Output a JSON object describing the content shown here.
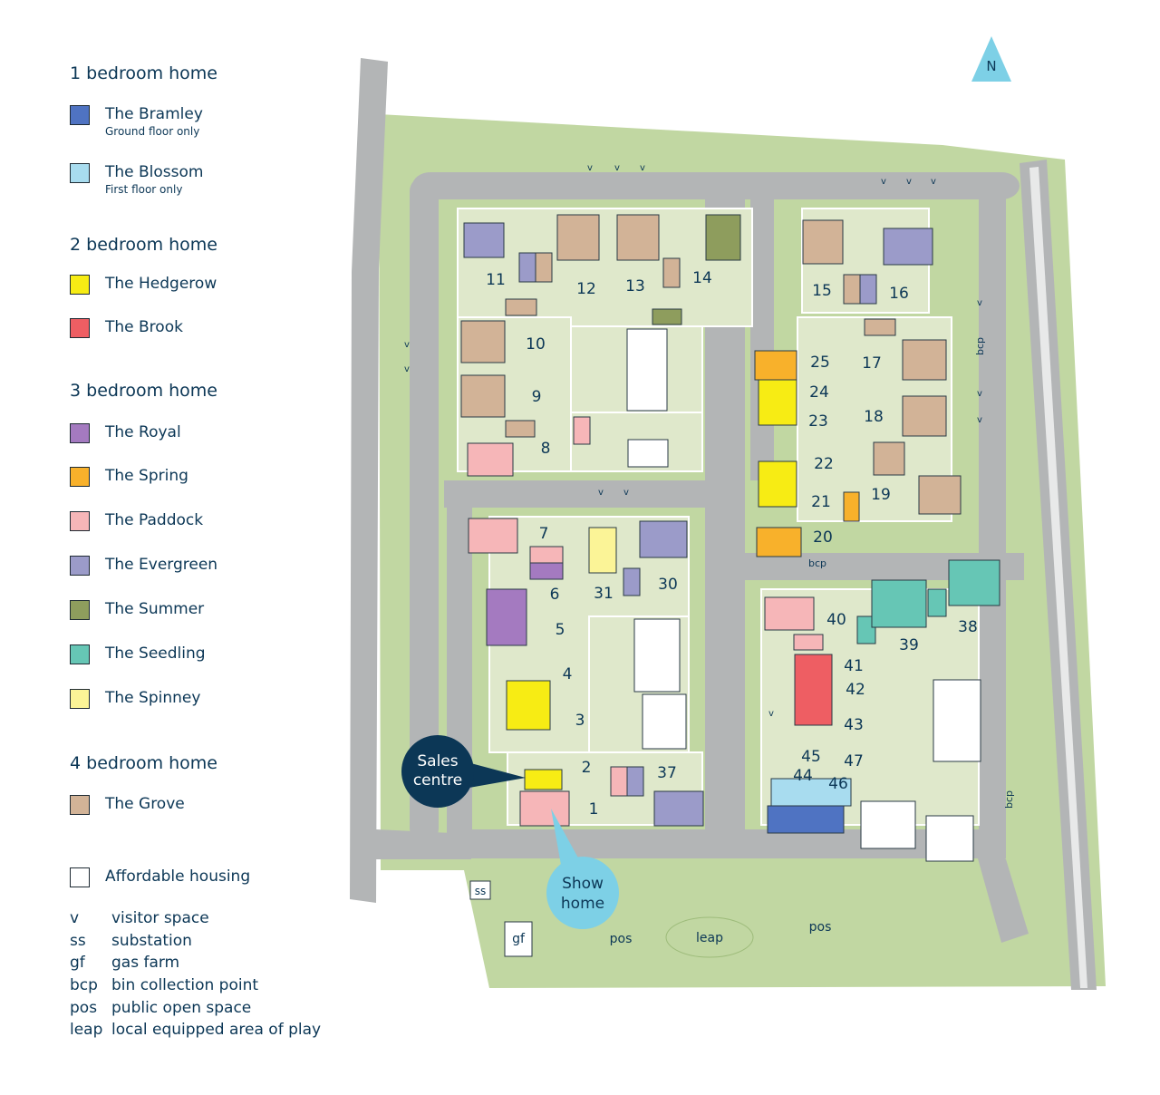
{
  "legend": {
    "sections": [
      {
        "title": "1 bedroom home",
        "items": [
          {
            "label": "The Bramley",
            "sub": "Ground floor only",
            "color": "#4f73c2"
          },
          {
            "label": "The Blossom",
            "sub": "First floor only",
            "color": "#a8dcef"
          }
        ]
      },
      {
        "title": "2 bedroom home",
        "items": [
          {
            "label": "The Hedgerow",
            "color": "#f7ec14"
          },
          {
            "label": "The Brook",
            "color": "#ee5e63"
          }
        ]
      },
      {
        "title": "3 bedroom home",
        "items": [
          {
            "label": "The Royal",
            "color": "#a47ac0"
          },
          {
            "label": "The Spring",
            "color": "#f8b12b"
          },
          {
            "label": "The Paddock",
            "color": "#f6b6b8"
          },
          {
            "label": "The Evergreen",
            "color": "#9b9bc9"
          },
          {
            "label": "The Summer",
            "color": "#8e9d5d"
          },
          {
            "label": "The Seedling",
            "color": "#66c6b5"
          },
          {
            "label": "The Spinney",
            "color": "#fbf497"
          }
        ]
      },
      {
        "title": "4 bedroom home",
        "items": [
          {
            "label": "The Grove",
            "color": "#d2b397"
          }
        ]
      }
    ],
    "affordable": {
      "label": "Affordable housing",
      "color": "#ffffff"
    },
    "abbreviations": [
      {
        "code": "v",
        "meaning": "visitor space"
      },
      {
        "code": "ss",
        "meaning": "substation"
      },
      {
        "code": "gf",
        "meaning": "gas farm"
      },
      {
        "code": "bcp",
        "meaning": "bin collection point"
      },
      {
        "code": "pos",
        "meaning": "public open space"
      },
      {
        "code": "leap",
        "meaning": "local equipped area of play"
      }
    ]
  },
  "map": {
    "north": "N",
    "sales_centre": [
      "Sales",
      "centre"
    ],
    "show_home": [
      "Show",
      "home"
    ],
    "areas": {
      "pos": "pos",
      "leap": "leap",
      "ss": "ss",
      "gf": "gf",
      "bcp": "bcp",
      "v": "v"
    },
    "plots": [
      "1",
      "2",
      "3",
      "4",
      "5",
      "6",
      "7",
      "8",
      "9",
      "10",
      "11",
      "12",
      "13",
      "14",
      "15",
      "16",
      "17",
      "18",
      "19",
      "20",
      "21",
      "22",
      "23",
      "24",
      "25",
      "30",
      "31",
      "37",
      "38",
      "39",
      "40",
      "41",
      "42",
      "43",
      "44",
      "45",
      "46",
      "47"
    ]
  }
}
